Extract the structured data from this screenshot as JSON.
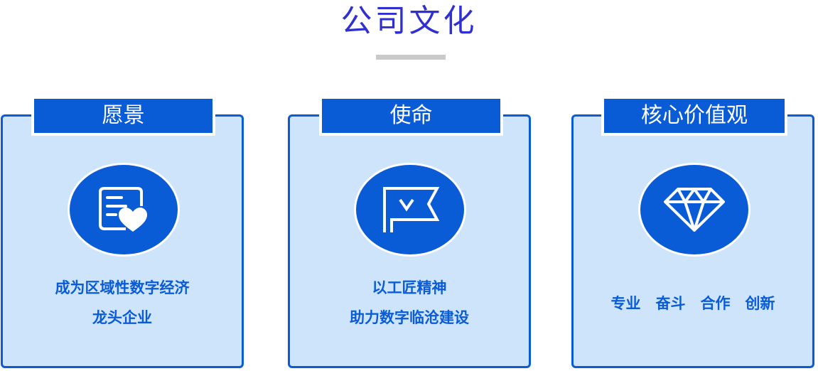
{
  "page": {
    "title": "公司文化"
  },
  "cards": [
    {
      "tab": "愿景",
      "lines": [
        "成为区域性数字经济",
        "龙头企业"
      ],
      "icon": "document-heart-icon"
    },
    {
      "tab": "使命",
      "lines": [
        "以工匠精神",
        "助力数字临沧建设"
      ],
      "icon": "flag-icon"
    },
    {
      "tab": "核心价值观",
      "lines": [
        "专业　奋斗　合作　创新"
      ],
      "icon": "diamond-icon"
    }
  ],
  "colors": {
    "accent": "#0a5bd6",
    "title": "#2f2fd2",
    "card_bg": "#cde4fb",
    "underline": "#c9c9c9"
  }
}
